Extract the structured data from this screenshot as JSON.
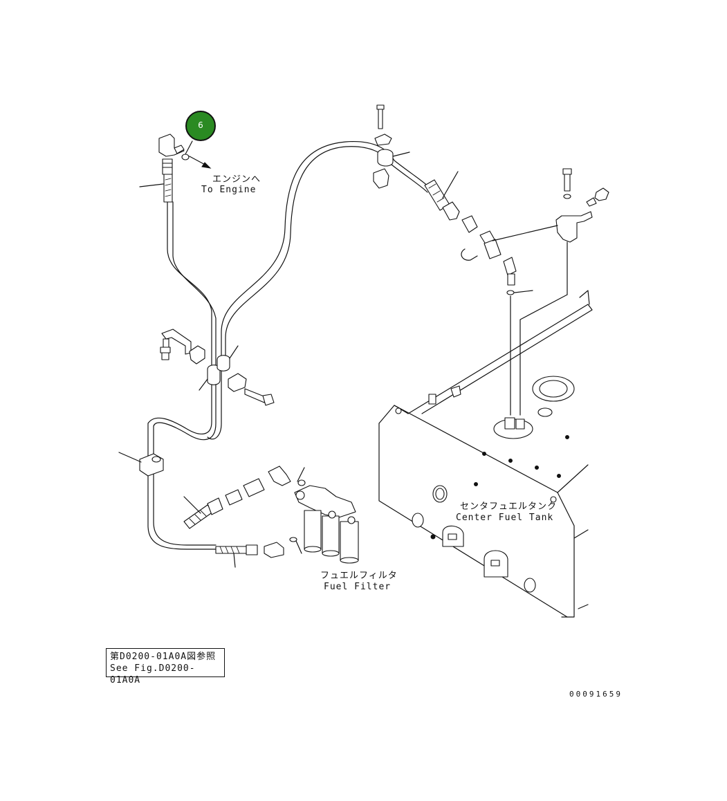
{
  "callout": {
    "number": "6"
  },
  "labels": {
    "engine_jp": "エンジンへ",
    "engine_en": "To Engine",
    "tank_jp": "センタフュエルタンク",
    "tank_en": "Center Fuel Tank",
    "filter_jp": "フュエルフィルタ",
    "filter_en": "Fuel Filter"
  },
  "reference": {
    "line_jp": "第D0200-01A0A図参照",
    "line_en": "See Fig.D0200-01A0A"
  },
  "document_number": "00091659",
  "colors": {
    "callout_fill": "#2a8a22",
    "line": "#111111"
  }
}
